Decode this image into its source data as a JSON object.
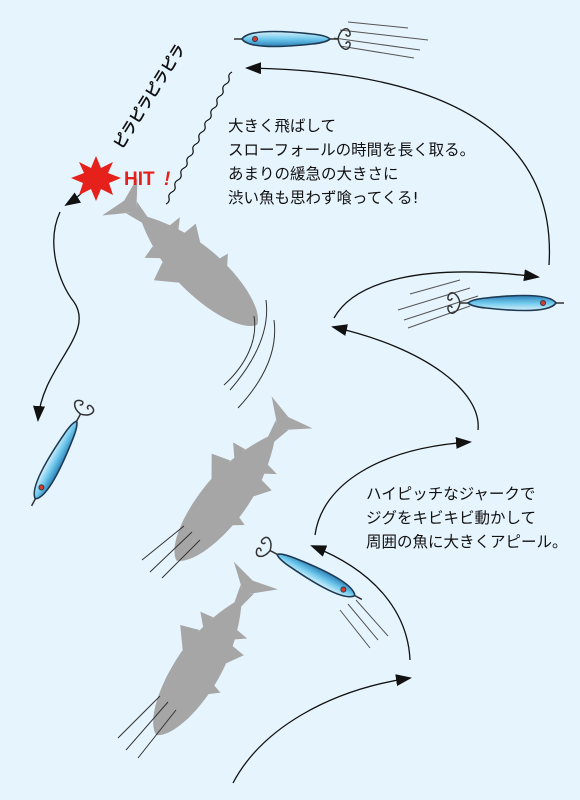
{
  "labels": {
    "sound_effect": "ピラピラピラピラ",
    "hit": "HIT",
    "hit_mark": "!"
  },
  "captions": {
    "top": "大きく飛ばして\nスローフォールの時間を長く取る。\nあまりの緩急の大きさに\n渋い魚も思わず喰ってくる!",
    "bottom": "ハイピッチなジャークで\nジグをキビキビ動かして\n周囲の魚に大きくアピール。"
  },
  "colors": {
    "background": "#e6f4fd",
    "fish_silhouette": "#a6a6a6",
    "jig_body": "#6ec8ec",
    "jig_outline": "#1d3a52",
    "hit_burst": "#e6211b",
    "hit_text": "#e6211b",
    "line": "#111111"
  },
  "icons": {
    "hit_burst": "starburst-icon",
    "jig": "metal-jig-icon",
    "fish": "yellowtail-silhouette"
  }
}
